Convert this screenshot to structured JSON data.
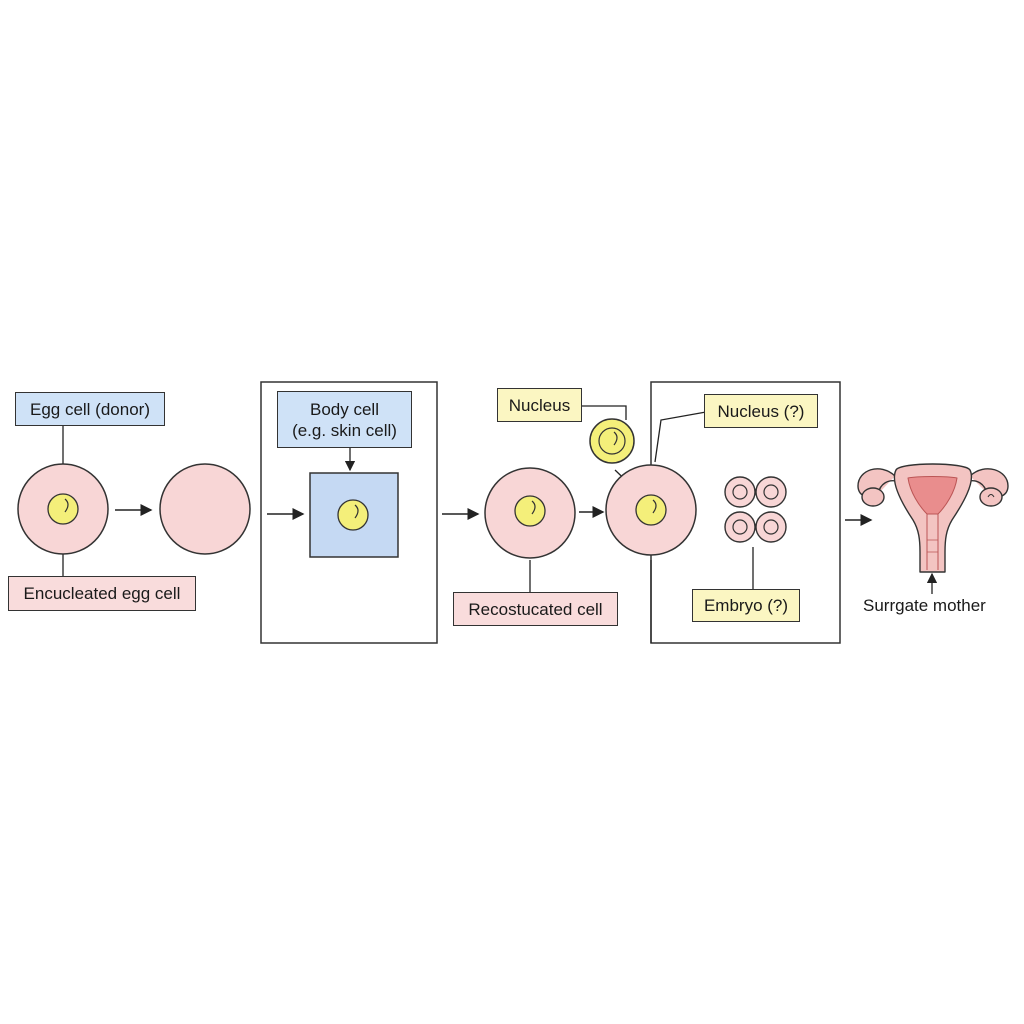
{
  "colors": {
    "blue_label": "#cfe2f7",
    "pink_label": "#f9dcdc",
    "yellow_label": "#fbf6c2",
    "cell_fill": "#f8d6d6",
    "cell_stroke": "#333333",
    "nucleus_fill": "#f4ef7a",
    "body_cell_fill": "#c5d9f3",
    "uterus_fill": "#f3c4c2",
    "uterus_inner": "#e98d8d",
    "line": "#222222"
  },
  "icons": {
    "arrow": "arrow-right-icon",
    "uterus": "uterus-icon"
  },
  "labels": {
    "egg_cell_donor": "Egg cell (donor)",
    "enucleated_egg_cell": "Encucleated egg cell",
    "body_cell_line1": "Body cell",
    "body_cell_line2": "(e.g. skin cell)",
    "nucleus": "Nucleus",
    "reconstructed_cell": "Recostucated cell",
    "nucleus_q": "Nucleus (?)",
    "embryo_q": "Embryo (?)",
    "surrogate_mother": "Surrgate mother"
  }
}
